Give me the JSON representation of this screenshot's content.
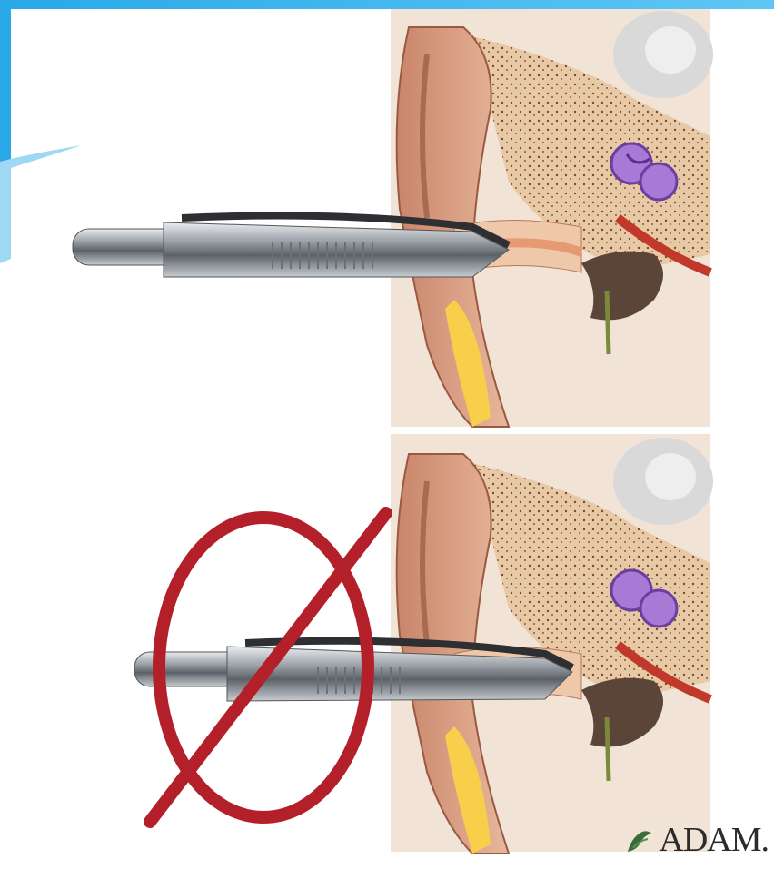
{
  "slide": {
    "accent_color": "#29a9e8",
    "background_color": "#ffffff"
  },
  "panels": [
    {
      "name": "ear-with-tweezers-correct",
      "icon": "tweezers-icon",
      "prohibited": false
    },
    {
      "name": "ear-with-tweezers-prohibited",
      "icon": "tweezers-icon",
      "prohibited": true
    }
  ],
  "prohibition": {
    "icon": "prohibition-sign-icon",
    "color": "#b3202a"
  },
  "watermark": {
    "text": "ADAM.",
    "icon": "adam-logo-icon"
  }
}
